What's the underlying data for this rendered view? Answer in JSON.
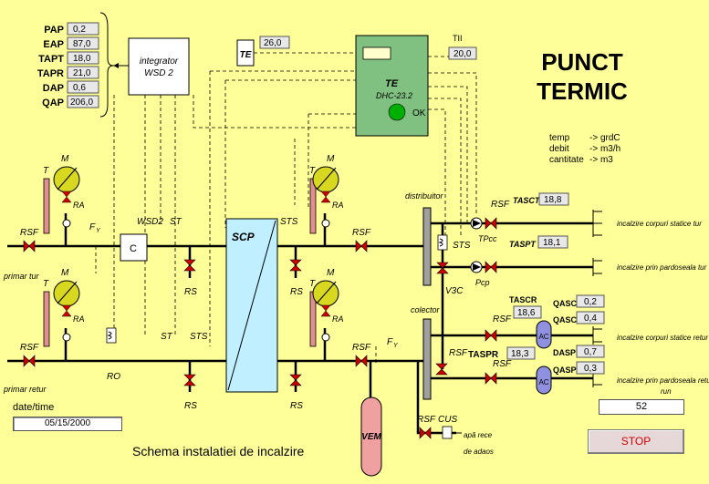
{
  "title": {
    "line1": "PUNCT",
    "line2": "TERMIC"
  },
  "units": [
    {
      "label": "temp",
      "value": "-> grdC"
    },
    {
      "label": "debit",
      "value": "-> m3/h"
    },
    {
      "label": "cantitate",
      "value": "-> m3"
    }
  ],
  "integrator_readings": [
    {
      "label": "PAP",
      "value": "0,2"
    },
    {
      "label": "EAP",
      "value": "87,0"
    },
    {
      "label": "TAPT",
      "value": "18,0"
    },
    {
      "label": "TAPR",
      "value": "21,0"
    },
    {
      "label": "DAP",
      "value": "0,6"
    },
    {
      "label": "QAP",
      "value": "206,0"
    }
  ],
  "integrator": {
    "line1": "integrator",
    "line2": "WSD 2"
  },
  "te_sensor": {
    "label": "TE",
    "value": "26,0"
  },
  "controller": {
    "title": "TE",
    "model": "DHC-23.2",
    "status": "OK"
  },
  "tii": {
    "label": "TII",
    "value": "20,0"
  },
  "readouts": {
    "tasct": {
      "label": "TASCT",
      "value": "18,8"
    },
    "taspt": {
      "label": "TASPT",
      "value": "18,1"
    },
    "tascr": {
      "label": "TASCR",
      "value": "18,6"
    },
    "taspr": {
      "label": "TASPR",
      "value": "18,3"
    },
    "qasc": {
      "label": "QASC",
      "value": "0,2"
    },
    "dasc": {
      "label": "QASC",
      "value": "0,4"
    },
    "dasp": {
      "label": "DASP",
      "value": "0,7"
    },
    "qasp": {
      "label": "QASP",
      "value": "0,3"
    }
  },
  "circuits": {
    "cs_tur": "incalzire corpuri statice tur",
    "pard_tur": "incalzire prin pardoseala tur",
    "cs_retur": "incalzire corpuri statice retur",
    "pard_retur": "incalzire prin pardoseala retur",
    "run": "run"
  },
  "labels": {
    "primar_tur": "primar tur",
    "primar_retur": "primar retur",
    "scp": "SCP",
    "vem": "VEM",
    "distribuitor": "distribuitor",
    "colector": "colector",
    "apa_rece": "apă rece",
    "de_adaos": "de adaos",
    "cus": "CUS",
    "rsf": "RSF",
    "rs": "RS",
    "ro": "RO",
    "st": "ST",
    "sts": "STS",
    "t": "T",
    "m": "M",
    "ra": "RA",
    "fy": "F",
    "fy_sub": "Y",
    "c": "C",
    "wsd2": "WSD2",
    "v3c": "V3C",
    "tpcc": "TPcc",
    "pcp": "Pcp",
    "ac": "AC"
  },
  "date_label": "date/time",
  "date_value": "05/15/2000",
  "schema_caption": "Schema instalatiei de incalzire",
  "counter": "52",
  "stop_label": "STOP"
}
